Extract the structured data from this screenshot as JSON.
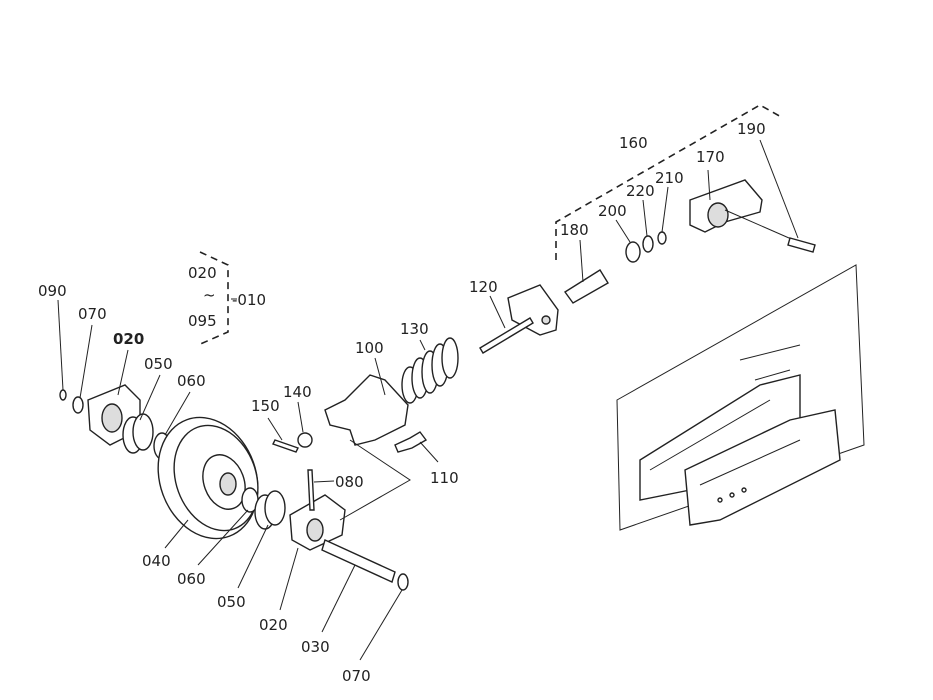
{
  "diagram": {
    "type": "exploded parts diagram - idler / track adjuster assembly",
    "labels": [
      {
        "id": "160",
        "text": "160"
      },
      {
        "id": "190",
        "text": "190"
      },
      {
        "id": "170",
        "text": "170"
      },
      {
        "id": "220",
        "text": "220"
      },
      {
        "id": "210",
        "text": "210"
      },
      {
        "id": "200",
        "text": "200"
      },
      {
        "id": "180",
        "text": "180"
      },
      {
        "id": "120",
        "text": "120"
      },
      {
        "id": "130",
        "text": "130"
      },
      {
        "id": "100",
        "text": "100"
      },
      {
        "id": "140",
        "text": "140"
      },
      {
        "id": "150",
        "text": "150"
      },
      {
        "id": "110",
        "text": "110"
      },
      {
        "id": "080",
        "text": "080"
      },
      {
        "id": "090",
        "text": "090"
      },
      {
        "id": "070a",
        "text": "070"
      },
      {
        "id": "020a",
        "text": "020"
      },
      {
        "id": "050a",
        "text": "050"
      },
      {
        "id": "060a",
        "text": "060"
      },
      {
        "id": "040",
        "text": "040"
      },
      {
        "id": "060b",
        "text": "060"
      },
      {
        "id": "050b",
        "text": "050"
      },
      {
        "id": "020b",
        "text": "020"
      },
      {
        "id": "030",
        "text": "030"
      },
      {
        "id": "070b",
        "text": "070"
      }
    ],
    "group": {
      "from": "020",
      "range_mark": "~",
      "to": "095",
      "assembly": "-010"
    }
  }
}
